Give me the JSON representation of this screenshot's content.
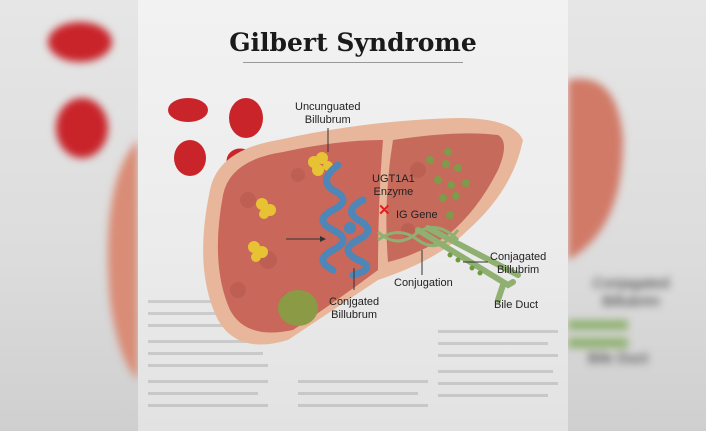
{
  "title": "Gilbert Syndrome",
  "labels": {
    "unconjugated": [
      "Uncunguated",
      "Billubrum"
    ],
    "enzyme": [
      "UGT1A1",
      "Enzyme"
    ],
    "gene": "IG  Gene",
    "conjugated_bottom": [
      "Conjgated",
      "Billubrum"
    ],
    "conjugation": "Conjugation",
    "conjugated_right": [
      "Conjagated",
      "Billubrim"
    ],
    "bile_duct": "Bile Duct"
  },
  "icons": {
    "x_mark": "✕",
    "sparkle": "✦"
  },
  "colors": {
    "liver": "#c9675a",
    "liver_rim": "#e8b79b",
    "enzyme": "#4f86b8",
    "bilirubin": "#e7c233",
    "duct": "#8fb071",
    "rbc": "#c8242a"
  }
}
